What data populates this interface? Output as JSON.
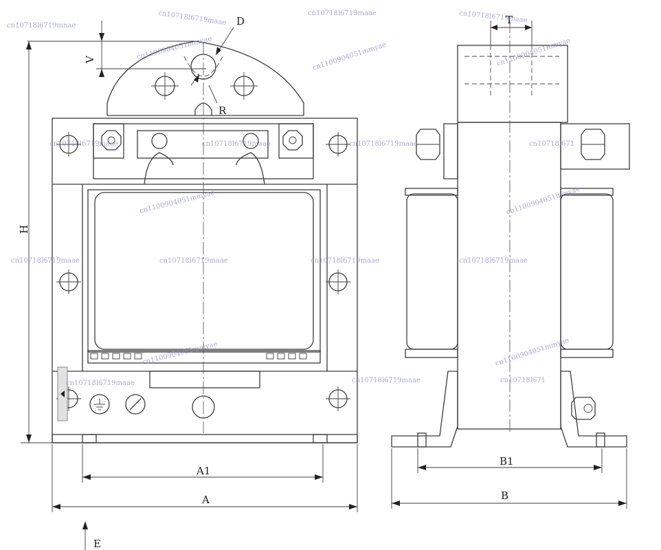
{
  "labels": {
    "D": "D",
    "V": "V",
    "R": "R",
    "H": "H",
    "A1": "A1",
    "A": "A",
    "B1": "B1",
    "B": "B",
    "T": "T",
    "E": "E"
  },
  "watermarks": {
    "w1": "cn10718l6719mnae",
    "w2": "cn10718l6719maae",
    "w3": "cn10718l6719maae",
    "w4": "cn1100904051mmyae",
    "w5": "cn1100904051mmyae",
    "w6": "cn10718l6719maae",
    "w7": "cn10718l671",
    "w8": "cn1100904051mmyae",
    "w9": "cn10718l6719maae",
    "w10": "cn10718l6719maae",
    "w11": "cn10718l6719maae",
    "w12": "cn10718l6719maae",
    "w13": "cn1100904051mmyae",
    "w14": "cn1100904051mmyae",
    "w15": "cn10718l6719maae",
    "w16": "cn10718l6719maae",
    "w17": "cn10718l6719maae",
    "w18": "cn10718l671",
    "w19": "cn1100904051mmyae",
    "w20": "cn1100904051mmyae",
    "w21": "cn10718l6719maae",
    "w22": "cn10718l6719maae"
  },
  "colors": {
    "line": "#3a3a3a",
    "watermark": "#8a8fc4"
  }
}
